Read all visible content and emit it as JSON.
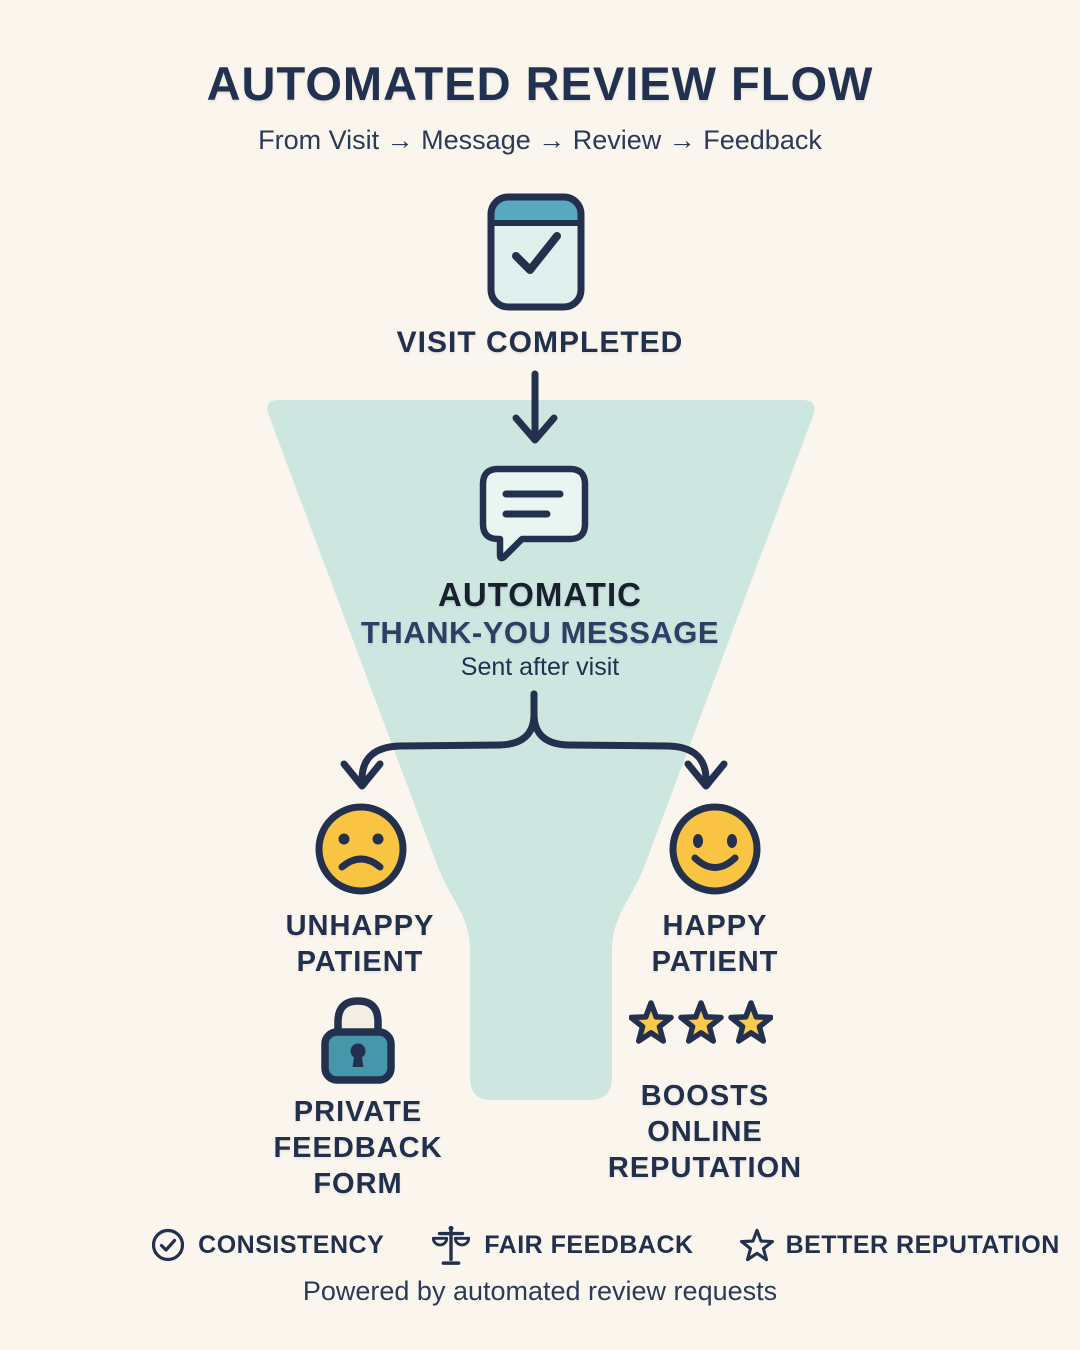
{
  "page": {
    "title": "AUTOMATED REVIEW FLOW",
    "subtitle": "From Visit → Message → Review → Feedback",
    "footer_note": "Powered by automated review requests"
  },
  "flow": {
    "visit": {
      "label": "VISIT COMPLETED",
      "icon": "calendar-check-icon"
    },
    "message": {
      "line1": "AUTOMATIC",
      "line2": "THANK-YOU MESSAGE",
      "note": "Sent after visit",
      "icon": "chat-bubble-icon"
    },
    "unhappy": {
      "label": "UNHAPPY PATIENT",
      "icon": "sad-face-icon"
    },
    "happy": {
      "label": "HAPPY PATIENT",
      "icon": "happy-face-icon"
    },
    "private_feedback": {
      "label": "PRIVATE FEEDBACK FORM",
      "icon": "lock-icon"
    },
    "reputation": {
      "label": "BOOSTS ONLINE REPUTATION",
      "icon": "three-stars-icon"
    }
  },
  "badges": [
    {
      "label": "CONSISTENCY",
      "icon": "check-circle-icon"
    },
    {
      "label": "FAIR FEEDBACK",
      "icon": "scales-icon"
    },
    {
      "label": "BETTER REPUTATION",
      "icon": "star-outline-icon"
    }
  ],
  "colors": {
    "background": "#faf6ee",
    "funnel": "#cde7e0",
    "navy": "#22304e",
    "face_yellow": "#f9c441",
    "star_yellow": "#fbca4d",
    "calendar_header_teal": "#5aa8be",
    "icon_light_fill": "#e1f0ec",
    "lock_teal": "#4697aa"
  }
}
